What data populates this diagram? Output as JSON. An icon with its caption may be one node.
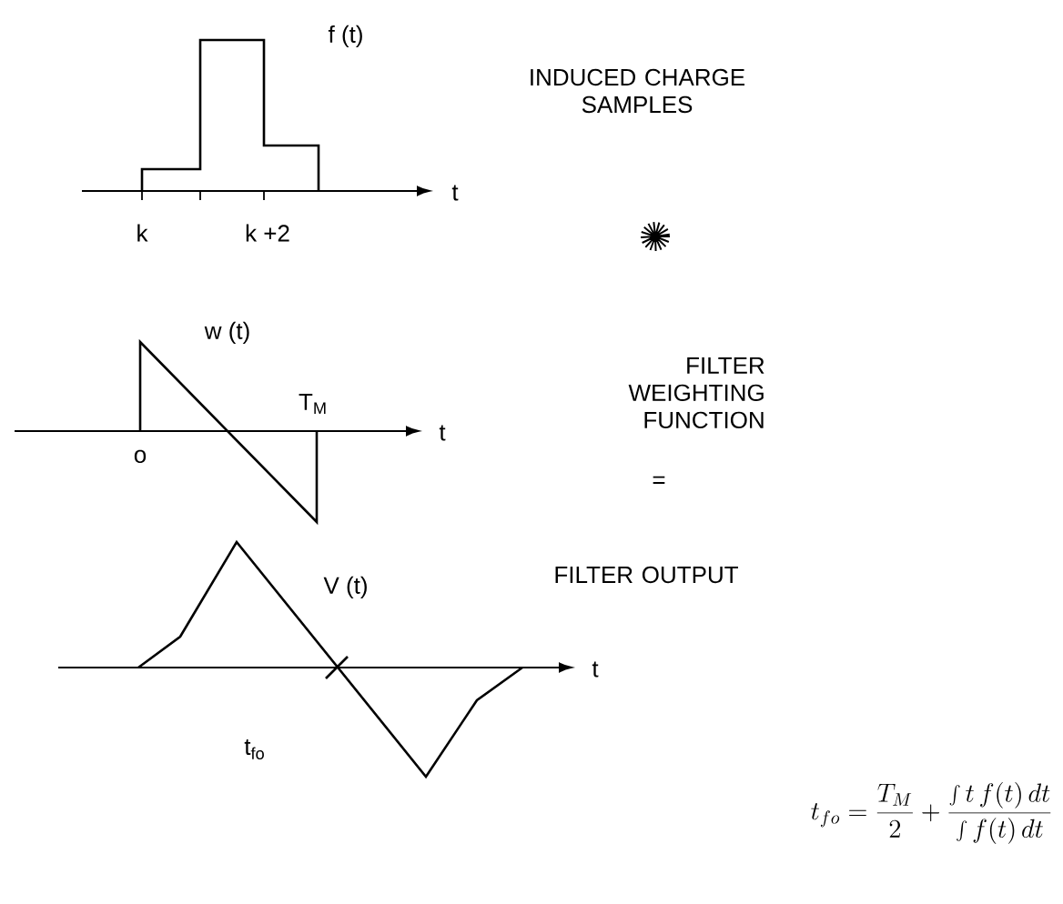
{
  "diagram": {
    "labels": [
      "f (t)",
      "t",
      "k",
      "k +2",
      "INDUCED CHARGE SAMPLES",
      "w (t)",
      "T$_{M}$",
      "t",
      "o",
      "FILTER WEIGHTING FUNCTION",
      "=",
      "FILTER OUTPUT",
      "V (t)",
      "t",
      "t$_{fo}$",
      "t_{fo}= \\frac{T_M}{2} + \\frac{\\int t\\, f(t)\\, dt}{\\int f(t)\\, dt}"
    ]
  }
}
